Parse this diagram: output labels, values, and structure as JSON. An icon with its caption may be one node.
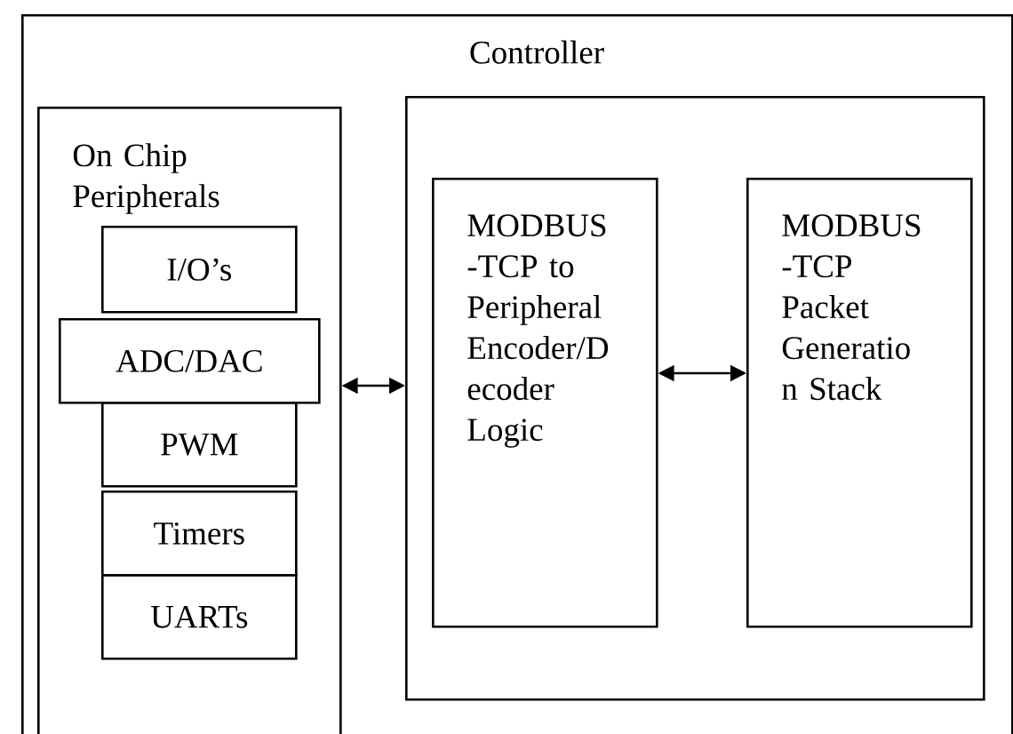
{
  "diagram": {
    "nodes": [
      {
        "text": [
          "Controller"
        ]
      },
      {
        "text": [
          "On Chip Peripherals"
        ],
        "in": 0
      },
      {
        "text": [
          "I/O’s"
        ],
        "in": 1
      },
      {
        "text": [
          "ADC/DAC"
        ],
        "in": 1
      },
      {
        "text": [
          "PWM"
        ],
        "in": 1
      },
      {
        "text": [
          "Timers"
        ],
        "in": 1
      },
      {
        "text": [
          "UARTs"
        ],
        "in": 1
      },
      {
        "text": [],
        "shape": "box",
        "in": 0
      },
      {
        "text": [
          "MODBUS -TCP to Peripheral Encoder/D ecoder Logic"
        ],
        "in": 7
      },
      {
        "text": [
          "MODBUS -TCP Packet Generatio n Stack"
        ],
        "in": 7
      }
    ],
    "edges": [
      {
        "from": 1,
        "to": 7,
        "arrow": "both"
      },
      {
        "from": 8,
        "to": 9,
        "arrow": "both"
      }
    ]
  }
}
